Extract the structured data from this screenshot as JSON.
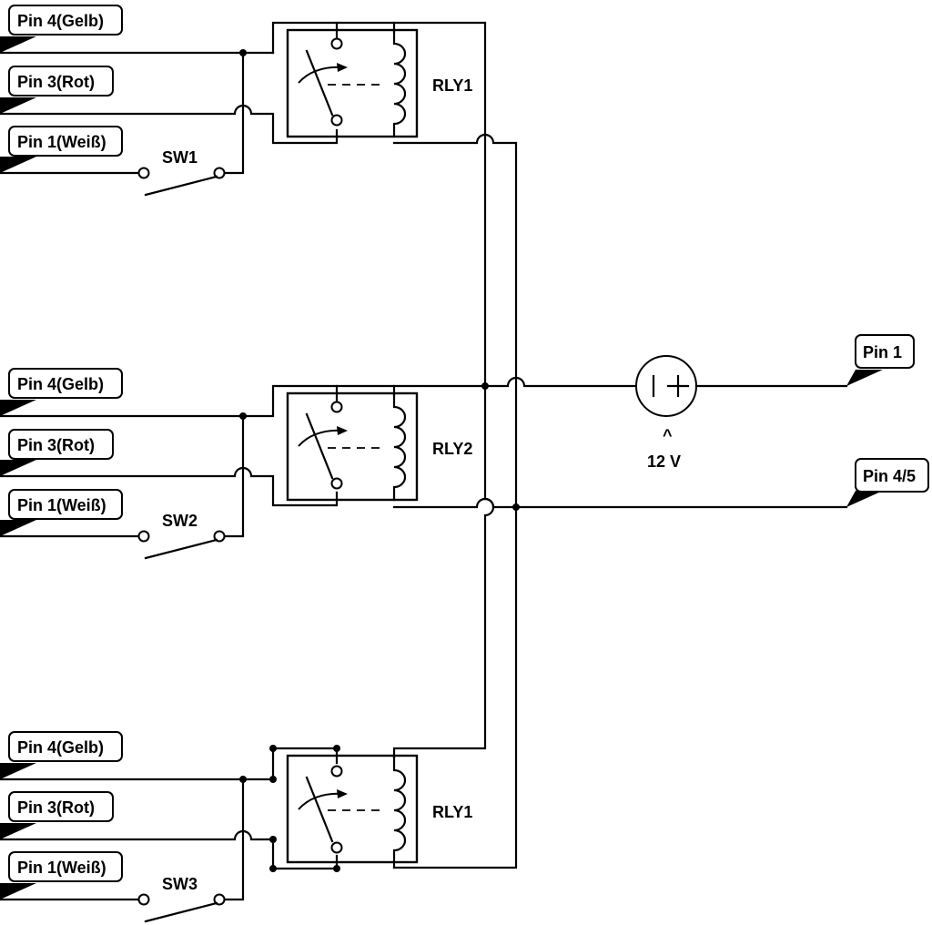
{
  "connectors": {
    "group1": {
      "pin4": "Pin 4(Gelb)",
      "pin3": "Pin 3(Rot)",
      "pin1": "Pin 1(Weiß)"
    },
    "group2": {
      "pin4": "Pin 4(Gelb)",
      "pin3": "Pin 3(Rot)",
      "pin1": "Pin 1(Weiß)"
    },
    "group3": {
      "pin4": "Pin 4(Gelb)",
      "pin3": "Pin 3(Rot)",
      "pin1": "Pin 1(Weiß)"
    },
    "right": {
      "pin1": "Pin 1",
      "pin45": "Pin 4/5"
    }
  },
  "switches": {
    "sw1": "SW1",
    "sw2": "SW2",
    "sw3": "SW3"
  },
  "relays": {
    "r1": "RLY1",
    "r2": "RLY2",
    "r3": "RLY1"
  },
  "source": {
    "caret": "^",
    "voltage": "12 V"
  }
}
